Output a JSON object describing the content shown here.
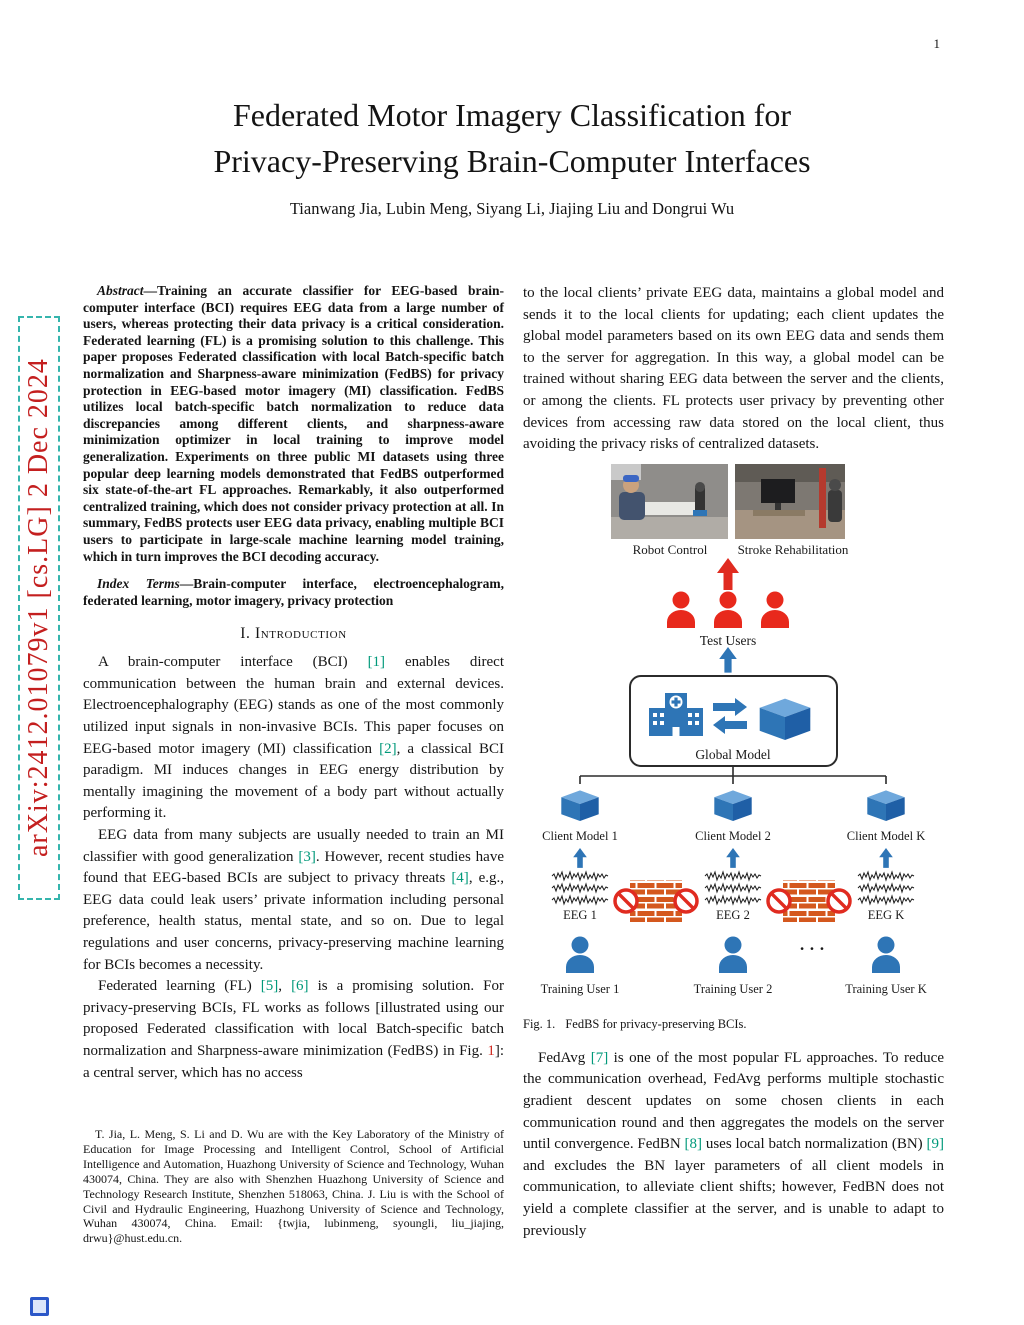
{
  "colors": {
    "cite_green": "#00997a",
    "ref_red": "#d02a20",
    "arxiv_red": "#c41f1f",
    "stamp_teal": "#35b5ad",
    "fig_blue": "#2e75b6",
    "fig_red": "#e8291c"
  },
  "page": {
    "number": "1",
    "arxiv_stamp": "arXiv:2412.01079v1  [cs.LG]  2 Dec 2024"
  },
  "header": {
    "title_line1": "Federated Motor Imagery Classification for",
    "title_line2": "Privacy-Preserving Brain-Computer Interfaces",
    "authors": "Tianwang Jia, Lubin Meng, Siyang Li, Jiajing Liu and Dongrui Wu"
  },
  "abstract": {
    "label": "Abstract",
    "text": "—Training an accurate classifier for EEG-based brain-computer interface (BCI) requires EEG data from a large number of users, whereas protecting their data privacy is a critical consideration. Federated learning (FL) is a promising solution to this challenge. This paper proposes Federated classification with local Batch-specific batch normalization and Sharpness-aware minimization (FedBS) for privacy protection in EEG-based motor imagery (MI) classification. FedBS utilizes local batch-specific batch normalization to reduce data discrepancies among different clients, and sharpness-aware minimization optimizer in local training to improve model generalization. Experiments on three public MI datasets using three popular deep learning models demonstrated that FedBS outperformed six state-of-the-art FL approaches. Remarkably, it also outperformed centralized training, which does not consider privacy protection at all. In summary, FedBS protects user EEG data privacy, enabling multiple BCI users to participate in large-scale machine learning model training, which in turn improves the BCI decoding accuracy."
  },
  "index_terms": {
    "label": "Index Terms",
    "text": "—Brain-computer interface, electroencephalogram, federated learning, motor imagery, privacy protection"
  },
  "sections": {
    "introduction": "I. Introduction"
  },
  "paragraphs": {
    "intro_p1": [
      {
        "t": "text",
        "s": "A brain-computer interface (BCI) "
      },
      {
        "t": "cite",
        "s": "[1]"
      },
      {
        "t": "text",
        "s": " enables direct communication between the human brain and external devices. Electroencephalography (EEG) stands as one of the most commonly utilized input signals in non-invasive BCIs. This paper focuses on EEG-based motor imagery (MI) classification "
      },
      {
        "t": "cite",
        "s": "[2]"
      },
      {
        "t": "text",
        "s": ", a classical BCI paradigm. MI induces changes in EEG energy distribution by mentally imagining the movement of a body part without actually performing it."
      }
    ],
    "intro_p2": [
      {
        "t": "text",
        "s": "EEG data from many subjects are usually needed to train an MI classifier with good generalization "
      },
      {
        "t": "cite",
        "s": "[3]"
      },
      {
        "t": "text",
        "s": ". However, recent studies have found that EEG-based BCIs are subject to privacy threats "
      },
      {
        "t": "cite",
        "s": "[4]"
      },
      {
        "t": "text",
        "s": ", e.g., EEG data could leak users’ private information including personal preference, health status, mental state, and so on. Due to legal regulations and user concerns, privacy-preserving machine learning for BCIs becomes a necessity."
      }
    ],
    "intro_p3": [
      {
        "t": "text",
        "s": "Federated learning (FL) "
      },
      {
        "t": "cite",
        "s": "[5]"
      },
      {
        "t": "text",
        "s": ", "
      },
      {
        "t": "cite",
        "s": "[6]"
      },
      {
        "t": "text",
        "s": " is a promising solution. For privacy-preserving BCIs, FL works as follows [illustrated using our proposed Federated classification with local Batch-specific batch normalization and Sharpness-aware minimization (FedBS) in Fig. "
      },
      {
        "t": "ref",
        "s": "1"
      },
      {
        "t": "text",
        "s": "]: a central server, which has no access"
      }
    ],
    "right_p1": [
      {
        "t": "text",
        "s": "to the local clients’ private EEG data, maintains a global model and sends it to the local clients for updating; each client updates the global model parameters based on its own EEG data and sends them to the server for aggregation. In this way, a global model can be trained without sharing EEG data between the server and the clients, or among the clients. FL protects user privacy by preventing other devices from accessing raw data stored on the local client, thus avoiding the privacy risks of centralized datasets."
      }
    ],
    "right_p2": [
      {
        "t": "text",
        "s": "FedAvg "
      },
      {
        "t": "cite",
        "s": "[7]"
      },
      {
        "t": "text",
        "s": " is one of the most popular FL approaches. To reduce the communication overhead, FedAvg performs multiple stochastic gradient descent updates on some chosen clients in each communication round and then aggregates the models on the server until convergence. FedBN "
      },
      {
        "t": "cite",
        "s": "[8]"
      },
      {
        "t": "text",
        "s": " uses local batch normalization (BN) "
      },
      {
        "t": "cite",
        "s": "[9]"
      },
      {
        "t": "text",
        "s": " and excludes the BN layer parameters of all client models in communication, to alleviate client shifts; however, FedBN does not yield a complete classifier at the server, and is unable to adapt to previously"
      }
    ]
  },
  "footnote": "T. Jia, L. Meng, S. Li and D. Wu are with the Key Laboratory of the Ministry of Education for Image Processing and Intelligent Control, School of Artificial Intelligence and Automation, Huazhong University of Science and Technology, Wuhan 430074, China. They are also with Shenzhen Huazhong University of Science and Technology Research Institute, Shenzhen 518063, China. J. Liu is with the School of Civil and Hydraulic Engineering, Huazhong University of Science and Technology, Wuhan 430074, China. Email: {twjia, lubinmeng, syoungli, liu_jiajing, drwu}@hust.edu.cn.",
  "figure": {
    "labels": {
      "robot_control": "Robot Control",
      "stroke_rehab": "Stroke Rehabilitation",
      "test_users": "Test Users",
      "global_model": "Global Model",
      "client1": "Client Model 1",
      "client2": "Client Model 2",
      "clientK": "Client Model K",
      "eeg1": "EEG 1",
      "eeg2": "EEG 2",
      "eegK": "EEG K",
      "user1": "Training User 1",
      "user2": "Training User 2",
      "userK": "Training User K",
      "ellipsis": "· · ·"
    },
    "caption_label": "Fig. 1.",
    "caption_text": "FedBS for privacy-preserving BCIs."
  }
}
